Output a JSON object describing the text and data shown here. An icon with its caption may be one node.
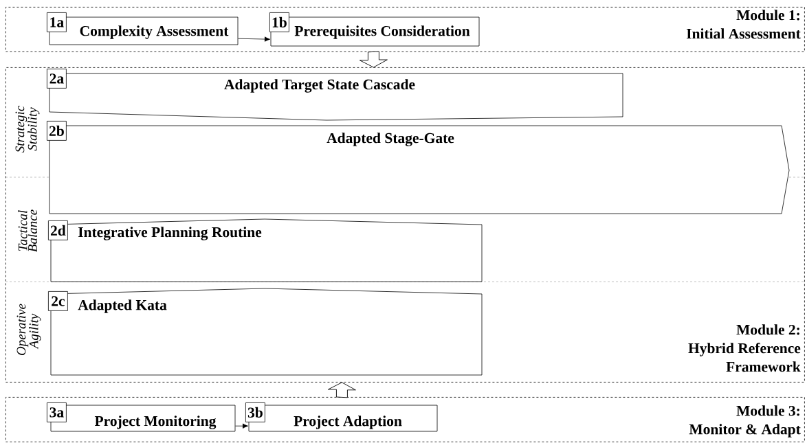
{
  "diagram": {
    "nodes": [
      {
        "text": [
          "Module 1: Initial Assessment"
        ]
      },
      {
        "text": [
          "1a",
          "Complexity Assessment"
        ],
        "in": 0
      },
      {
        "text": [
          "1b",
          "Prerequisites Consideration"
        ],
        "in": 0
      },
      {
        "text": [
          "Module 2: Hybrid Reference Framework"
        ]
      },
      {
        "text": [
          "2a",
          "Adapted Target State Cascade"
        ],
        "in": 3
      },
      {
        "text": [
          "2b",
          "Adapted Stage-Gate"
        ],
        "in": 3
      },
      {
        "text": [
          "2d",
          "Integrative Planning Routine"
        ],
        "in": 3
      },
      {
        "text": [
          "2c",
          "Adapted Kata"
        ],
        "in": 3
      },
      {
        "text": [
          "Module 3: Monitor & Adapt"
        ]
      },
      {
        "text": [
          "3a",
          "Project Monitoring"
        ],
        "in": 8
      },
      {
        "text": [
          "3b",
          "Project Adaption"
        ],
        "in": 8
      }
    ],
    "edges": [
      {
        "from": 1,
        "to": 2,
        "arrow": "to"
      },
      {
        "from": 9,
        "to": 10,
        "arrow": "to"
      },
      {
        "from": 0,
        "to": 3,
        "arrow": "to",
        "style": "thick"
      },
      {
        "from": 8,
        "to": 3,
        "arrow": "to",
        "style": "thick"
      }
    ],
    "labels": [
      "Strategic Stability",
      "Tactical Balance",
      "Operative Agility"
    ]
  }
}
